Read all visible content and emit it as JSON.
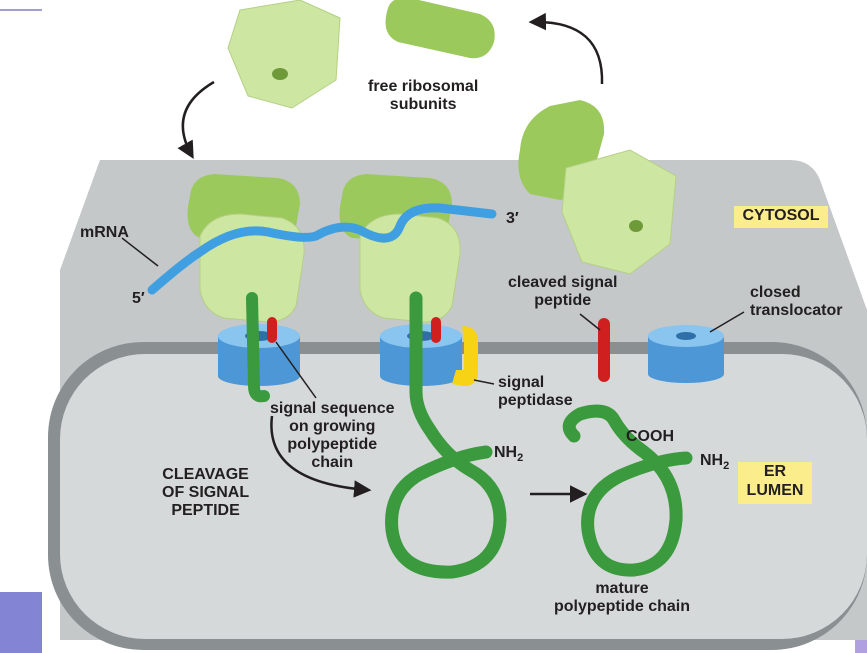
{
  "labels": {
    "free_subunits": [
      "free ribosomal",
      "subunits"
    ],
    "mrna": "mRNA",
    "five_prime": "5′",
    "three_prime": "3′",
    "cytosol": "CYTOSOL",
    "cleaved_signal_peptide": [
      "cleaved signal",
      "peptide"
    ],
    "closed_translocator": [
      "closed",
      "translocator"
    ],
    "signal_sequence": [
      "signal sequence",
      "on growing",
      "polypeptide",
      "chain"
    ],
    "signal_peptidase": [
      "signal",
      "peptidase"
    ],
    "nh2_main": "NH",
    "nh2_main_sub": "2",
    "nh2_mature": "NH",
    "nh2_mature_sub": "2",
    "cooh": "COOH",
    "cleavage": [
      "CLEAVAGE",
      "OF SIGNAL",
      "PEPTIDE"
    ],
    "er_lumen": [
      "ER",
      "LUMEN"
    ],
    "mature_chain": [
      "mature",
      "polypeptide chain"
    ]
  },
  "colors": {
    "cytosol_gray": "#c4c8c9",
    "er_membrane": "#8a8f91",
    "lumen_gray": "#d6d9da",
    "ribosome_light": "#cde6a2",
    "ribosome_dark": "#9cc95c",
    "mrna_blue": "#3f9fe0",
    "translocator_blue": "#5aa9e6",
    "polypeptide_green": "#3b9a3d",
    "signal_red": "#d01f1f",
    "peptidase_yellow": "#f6d315",
    "label_box": "#fbec8c"
  }
}
